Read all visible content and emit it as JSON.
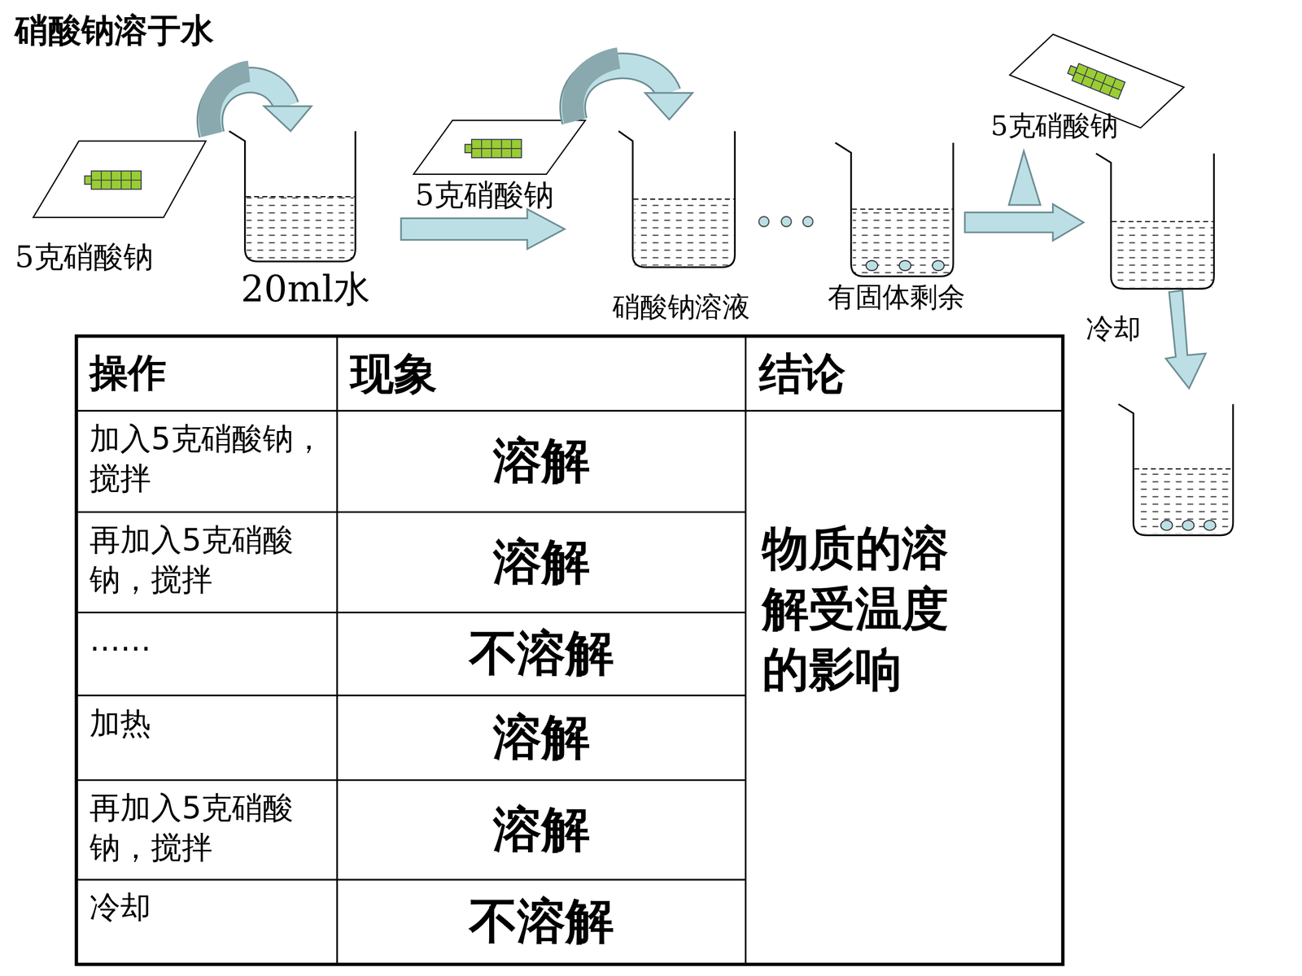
{
  "diagram": {
    "title": "硝酸钠溶于水",
    "labels": [
      "5克硝酸钠",
      "20ml水",
      "5克硝酸钠",
      "硝酸钠溶液",
      "有固体剩余",
      "5克硝酸钠",
      "冷却",
      "操作",
      "现象",
      "结论",
      "加入5克硝酸钠，搅拌",
      "溶解",
      "物质的溶解受温度的影响",
      "再加入5克硝酸钠，搅拌",
      "溶解",
      "……",
      "不溶解",
      "加热",
      "溶解",
      "再加入5克硝酸钠，搅拌",
      "溶解",
      "冷却",
      "不溶解"
    ]
  }
}
